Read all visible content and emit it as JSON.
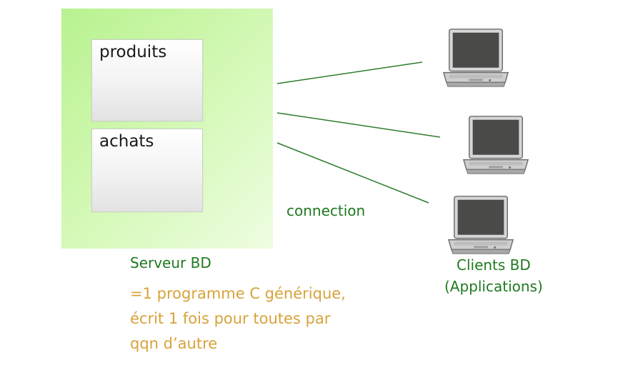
{
  "server": {
    "tables": [
      "produits",
      "achats"
    ],
    "label": "Serveur BD",
    "description": [
      "=1 programme C générique,",
      "écrit 1 fois pour toutes par",
      "qqn d’autre"
    ]
  },
  "connection_label": "connection",
  "clients": {
    "label_lines": [
      "Clients BD",
      "(Applications)"
    ],
    "count": 3,
    "icon": "laptop-icon"
  },
  "colors": {
    "server_box": "#c8f5a6",
    "connection_line": "#2d7d2d",
    "green_text": "#1f7a1f",
    "description_text": "#d8a23a",
    "table_border": "#cfcfcf"
  }
}
